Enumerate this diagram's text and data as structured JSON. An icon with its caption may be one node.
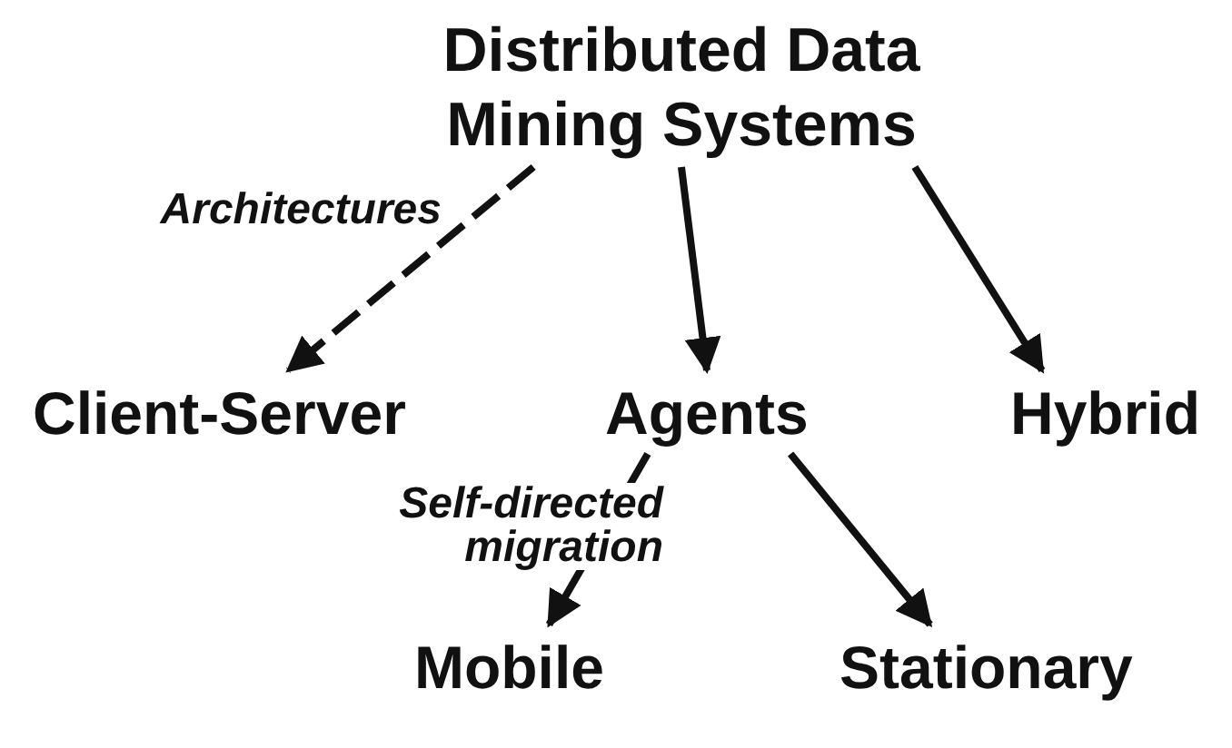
{
  "diagram": {
    "nodes": [
      {
        "text": [
          "Distributed Data Mining Systems"
        ]
      },
      {
        "text": [
          "Client-Server"
        ]
      },
      {
        "text": [
          "Agents"
        ]
      },
      {
        "text": [
          "Hybrid"
        ]
      },
      {
        "text": [
          "Mobile"
        ]
      },
      {
        "text": [
          "Stationary"
        ]
      }
    ],
    "edges": [
      {
        "from": 0,
        "to": 1,
        "arrow": "to",
        "label": "Architectures",
        "style": "dashed"
      },
      {
        "from": 0,
        "to": 2,
        "arrow": "to"
      },
      {
        "from": 0,
        "to": 3,
        "arrow": "to"
      },
      {
        "from": 2,
        "to": 4,
        "arrow": "to",
        "label": "Self-directed migration"
      },
      {
        "from": 2,
        "to": 5,
        "arrow": "to"
      }
    ]
  }
}
